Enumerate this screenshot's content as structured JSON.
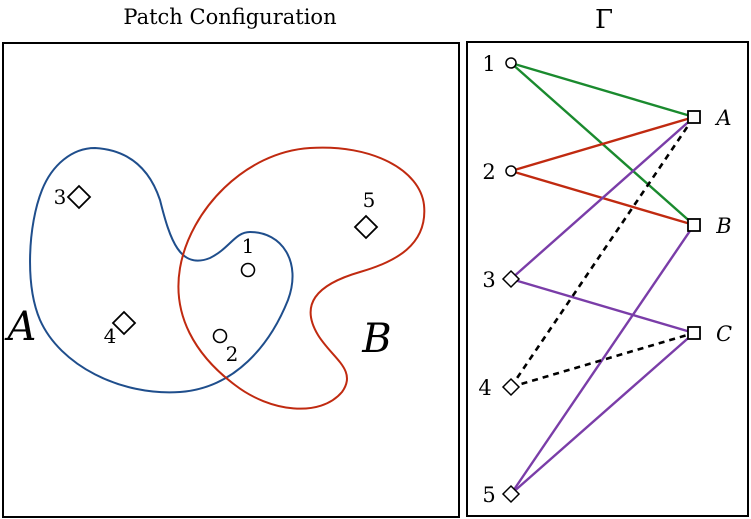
{
  "left_panel": {
    "title": "Patch Configuration",
    "region_labels": {
      "A": "A",
      "B": "B"
    },
    "points": [
      {
        "id": "1",
        "label": "1",
        "shape": "circle"
      },
      {
        "id": "2",
        "label": "2",
        "shape": "circle"
      },
      {
        "id": "3",
        "label": "3",
        "shape": "diamond"
      },
      {
        "id": "4",
        "label": "4",
        "shape": "diamond"
      },
      {
        "id": "5",
        "label": "5",
        "shape": "diamond"
      }
    ],
    "region_colors": {
      "A": "#1f4e8c",
      "B": "#c02a10"
    }
  },
  "right_panel": {
    "title": "Γ",
    "left_nodes": [
      {
        "label": "1",
        "shape": "circle"
      },
      {
        "label": "2",
        "shape": "circle"
      },
      {
        "label": "3",
        "shape": "diamond"
      },
      {
        "label": "4",
        "shape": "diamond"
      },
      {
        "label": "5",
        "shape": "diamond"
      }
    ],
    "right_nodes": [
      {
        "label": "A",
        "shape": "square"
      },
      {
        "label": "B",
        "shape": "square"
      },
      {
        "label": "C",
        "shape": "square"
      }
    ],
    "edges": [
      {
        "from": "1",
        "to": "A",
        "color": "#1a8a2e",
        "style": "solid"
      },
      {
        "from": "1",
        "to": "B",
        "color": "#1a8a2e",
        "style": "solid"
      },
      {
        "from": "2",
        "to": "A",
        "color": "#c02a10",
        "style": "solid"
      },
      {
        "from": "2",
        "to": "B",
        "color": "#c02a10",
        "style": "solid"
      },
      {
        "from": "3",
        "to": "A",
        "color": "#7a3da8",
        "style": "solid"
      },
      {
        "from": "3",
        "to": "C",
        "color": "#7a3da8",
        "style": "solid"
      },
      {
        "from": "5",
        "to": "B",
        "color": "#7a3da8",
        "style": "solid"
      },
      {
        "from": "5",
        "to": "C",
        "color": "#7a3da8",
        "style": "solid"
      },
      {
        "from": "4",
        "to": "A",
        "color": "#000000",
        "style": "dashed"
      },
      {
        "from": "4",
        "to": "C",
        "color": "#000000",
        "style": "dashed"
      }
    ]
  }
}
